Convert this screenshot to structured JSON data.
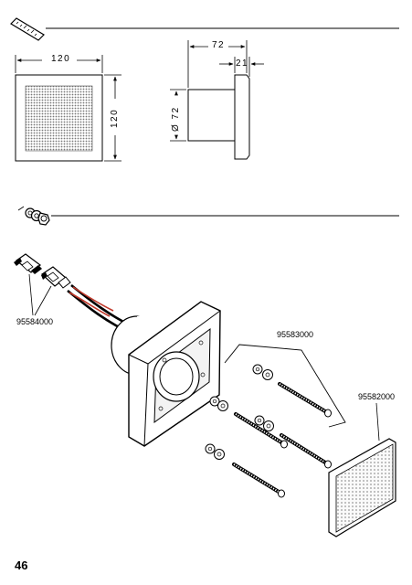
{
  "dimensions": {
    "front_width": "120",
    "front_height": "120",
    "side_depth": "72",
    "side_plate": "21",
    "side_diameter": "Ø 72"
  },
  "parts": {
    "connector_set": "95584000",
    "screw_set": "95583000",
    "cover_plate": "95582000"
  },
  "page_number": "46",
  "icons": [
    "ruler-icon",
    "nut-icon"
  ]
}
